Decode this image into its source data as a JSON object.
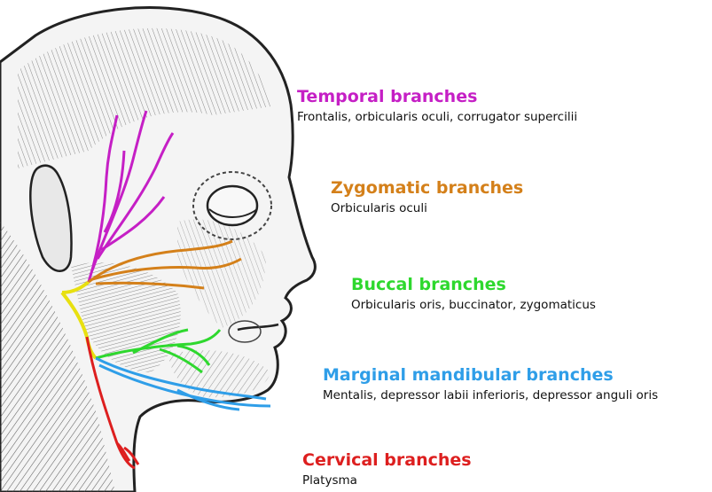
{
  "branches": [
    {
      "name": "Temporal branches",
      "muscles": "Frontalis, orbicularis oculi, corrugator supercilii",
      "color": "#c51fc5"
    },
    {
      "name": "Zygomatic branches",
      "muscles": "Orbicularis oculi",
      "color": "#d4801a"
    },
    {
      "name": "Buccal branches",
      "muscles": "Orbicularis oris, buccinator, zygomaticus",
      "color": "#2ed82e"
    },
    {
      "name": "Marginal mandibular branches",
      "muscles": "Mentalis, depressor labii inferioris, depressor anguli oris",
      "color": "#2f9ee8"
    },
    {
      "name": "Cervical branches",
      "muscles": "Platysma",
      "color": "#dd1f1f"
    }
  ],
  "trunk_color": "#e8e010",
  "ink_color": "#222222"
}
